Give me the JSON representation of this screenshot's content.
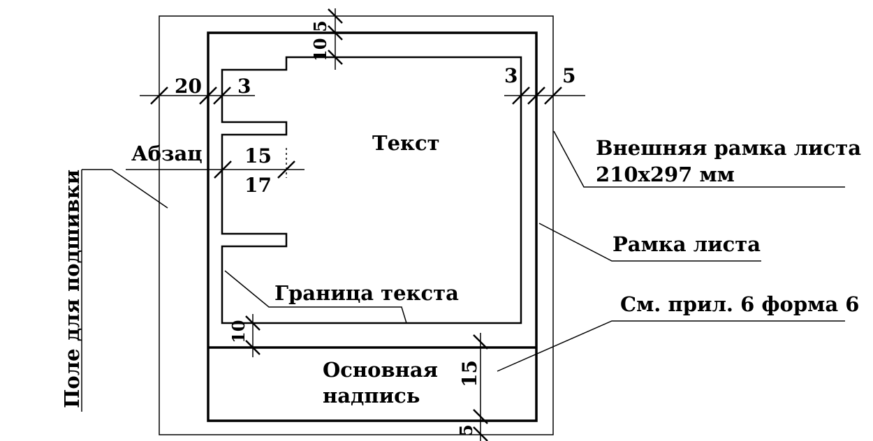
{
  "labels": {
    "text": "Текст",
    "paragraph": "Абзац",
    "binding_field": "Поле для подшивки",
    "outer_frame_line1": "Внешняя рамка листа",
    "outer_frame_line2": "210х297 мм",
    "sheet_frame": "Рамка листа",
    "text_border": "Граница текста",
    "see_appendix": "См. прил. 6 форма 6",
    "title_block_line1": "Основная",
    "title_block_line2": "надпись"
  },
  "dimensions": {
    "binding_margin": "20",
    "left_text_gap": "3",
    "right_text_gap": "3",
    "right_margin": "5",
    "top_margin": "5",
    "top_text_gap": "10",
    "indent_min": "15",
    "indent_max": "17",
    "bottom_text_gap": "10",
    "title_block_height": "15",
    "bottom_margin": "5"
  }
}
